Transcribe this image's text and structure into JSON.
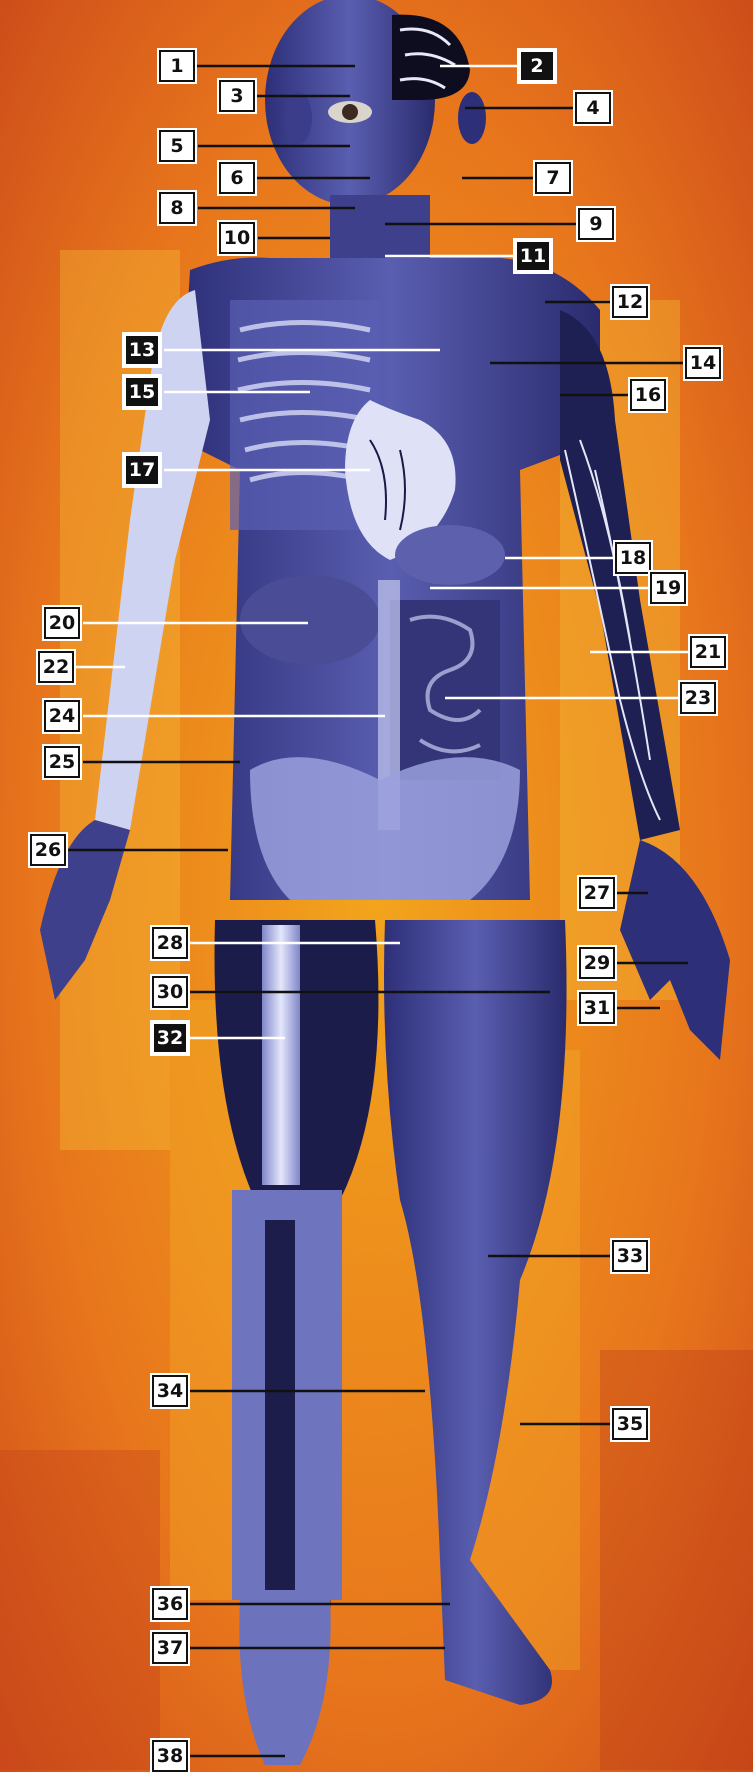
{
  "colors": {
    "background_orange": "#d9561a",
    "background_yellow": "#f2a51c",
    "body_blue": "#3e3f8c",
    "body_light": "#b7bde8",
    "leader_line_dark": "#111111",
    "leader_line_light": "#ffffff"
  },
  "labels": [
    {
      "id": "1",
      "style": "light",
      "leader": "dark"
    },
    {
      "id": "2",
      "style": "dark",
      "leader": "light"
    },
    {
      "id": "3",
      "style": "light",
      "leader": "dark"
    },
    {
      "id": "4",
      "style": "light",
      "leader": "dark"
    },
    {
      "id": "5",
      "style": "light",
      "leader": "dark"
    },
    {
      "id": "6",
      "style": "light",
      "leader": "dark"
    },
    {
      "id": "7",
      "style": "light",
      "leader": "dark"
    },
    {
      "id": "8",
      "style": "light",
      "leader": "dark"
    },
    {
      "id": "9",
      "style": "light",
      "leader": "dark"
    },
    {
      "id": "10",
      "style": "light",
      "leader": "dark"
    },
    {
      "id": "11",
      "style": "dark",
      "leader": "light"
    },
    {
      "id": "12",
      "style": "light",
      "leader": "dark"
    },
    {
      "id": "13",
      "style": "dark",
      "leader": "light"
    },
    {
      "id": "14",
      "style": "light",
      "leader": "dark"
    },
    {
      "id": "15",
      "style": "dark",
      "leader": "light"
    },
    {
      "id": "16",
      "style": "light",
      "leader": "dark"
    },
    {
      "id": "17",
      "style": "dark",
      "leader": "light"
    },
    {
      "id": "18",
      "style": "light",
      "leader": "light"
    },
    {
      "id": "19",
      "style": "light",
      "leader": "light"
    },
    {
      "id": "20",
      "style": "light",
      "leader": "light"
    },
    {
      "id": "21",
      "style": "light",
      "leader": "light"
    },
    {
      "id": "22",
      "style": "light",
      "leader": "light"
    },
    {
      "id": "23",
      "style": "light",
      "leader": "light"
    },
    {
      "id": "24",
      "style": "light",
      "leader": "light"
    },
    {
      "id": "25",
      "style": "light",
      "leader": "dark"
    },
    {
      "id": "26",
      "style": "light",
      "leader": "dark"
    },
    {
      "id": "27",
      "style": "light",
      "leader": "dark"
    },
    {
      "id": "28",
      "style": "light",
      "leader": "light"
    },
    {
      "id": "29",
      "style": "light",
      "leader": "dark"
    },
    {
      "id": "30",
      "style": "light",
      "leader": "dark"
    },
    {
      "id": "31",
      "style": "light",
      "leader": "dark"
    },
    {
      "id": "32",
      "style": "dark",
      "leader": "light"
    },
    {
      "id": "33",
      "style": "light",
      "leader": "dark"
    },
    {
      "id": "34",
      "style": "light",
      "leader": "dark"
    },
    {
      "id": "35",
      "style": "light",
      "leader": "dark"
    },
    {
      "id": "36",
      "style": "light",
      "leader": "dark"
    },
    {
      "id": "37",
      "style": "light",
      "leader": "dark"
    },
    {
      "id": "38",
      "style": "light",
      "leader": "dark"
    }
  ]
}
